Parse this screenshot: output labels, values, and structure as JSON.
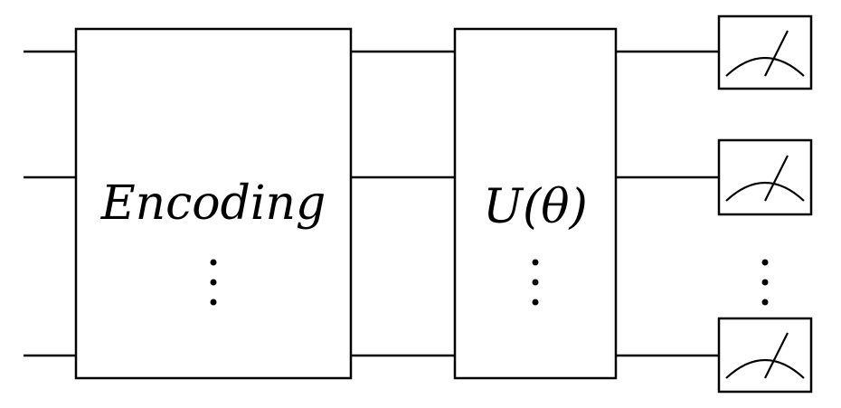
{
  "circuit": {
    "gates": [
      {
        "id": "encoding",
        "label": "Encoding"
      },
      {
        "id": "unitary",
        "label": "U(θ)"
      }
    ],
    "measurements": [
      "meter-1",
      "meter-2",
      "meter-3"
    ]
  }
}
